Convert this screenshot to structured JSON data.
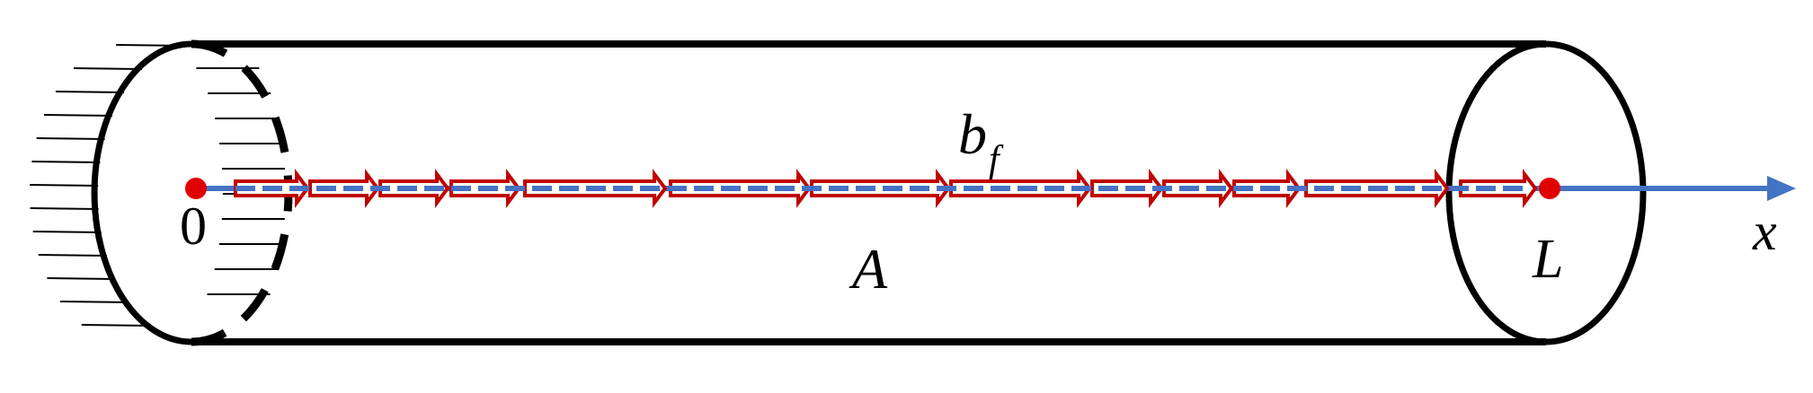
{
  "labels": {
    "origin": "0",
    "area": "A",
    "length": "L",
    "axis": "x",
    "force_base": "b",
    "force_sub": "f"
  },
  "colors": {
    "outline": "#000000",
    "axis": "#4472C4",
    "force_arrow": "#C00000",
    "point": "#E00000"
  },
  "icons": {
    "fixed_support": "hatched-wall-icon",
    "body_force": "distributed-arrow-icon"
  }
}
